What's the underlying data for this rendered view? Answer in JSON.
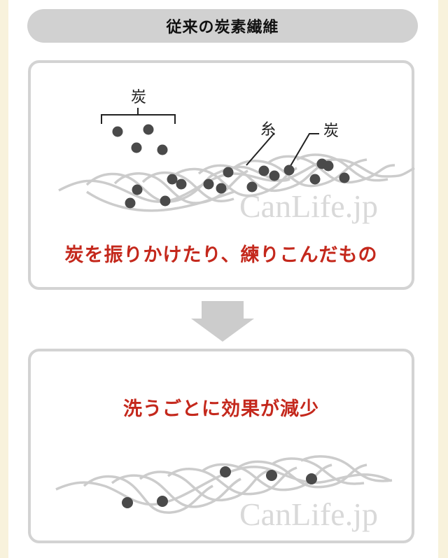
{
  "title": "従来の炭素繊維",
  "panel1": {
    "label_charcoal_top": "炭",
    "label_thread": "糸",
    "label_charcoal_right": "炭",
    "caption": "炭を振りかけたり、練りこんだもの",
    "watermark": "CanLife.jp"
  },
  "arrow": {
    "direction": "down",
    "color": "#cccccc"
  },
  "panel2": {
    "caption": "洗うごとに効果が減少",
    "watermark": "CanLife.jp"
  },
  "colors": {
    "background_border": "#f8f2dc",
    "pill": "#d1d1d1",
    "panel_border": "#d3d3d3",
    "caption_red": "#c4281c",
    "dot": "#4a4a4a",
    "fiber": "#cccccc"
  }
}
